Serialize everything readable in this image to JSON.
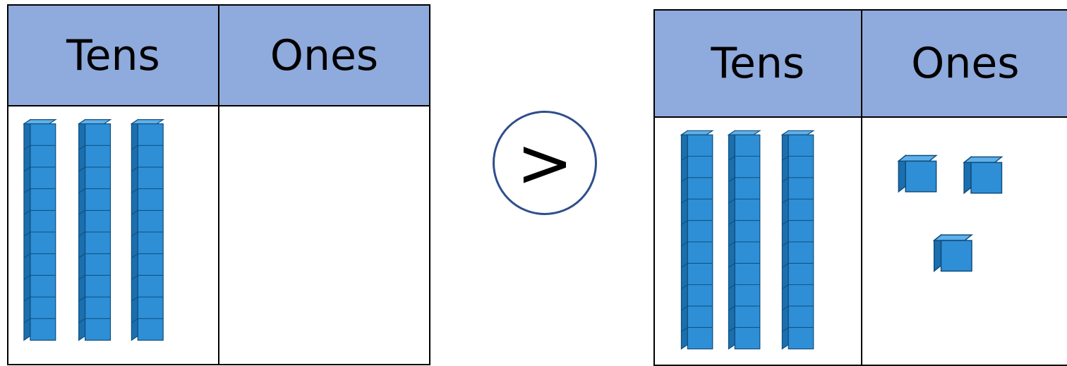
{
  "left_chart": {
    "headers": {
      "tens": "Tens",
      "ones": "Ones"
    },
    "tens_rods": 3,
    "ones_cubes": 0
  },
  "comparison": {
    "symbol": ">"
  },
  "right_chart": {
    "headers": {
      "tens": "Tens",
      "ones": "Ones"
    },
    "tens_rods": 3,
    "ones_cubes": 3
  },
  "colors": {
    "header_fill": "#8faadc",
    "block_fill": "#2e8fd6",
    "circle_border": "#2f4e8c"
  }
}
